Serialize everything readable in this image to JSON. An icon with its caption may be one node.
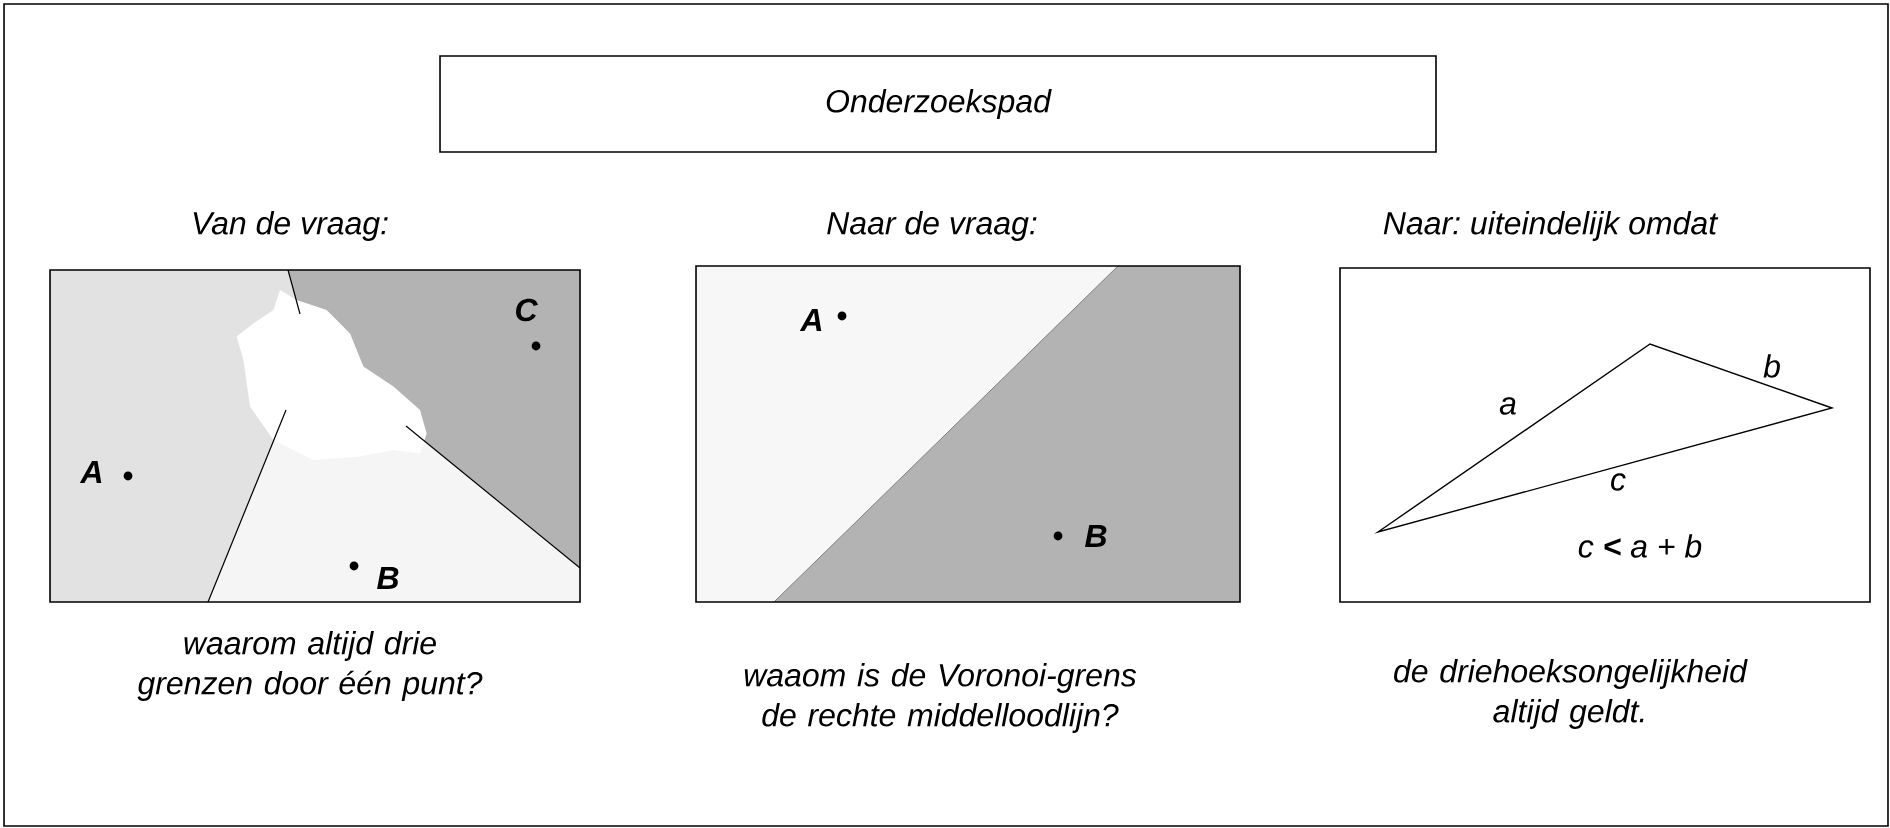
{
  "diagram": {
    "nodes": [
      {
        "text": [
          "Onderzoekspad"
        ]
      },
      {
        "text": [
          "Van de vraag:",
          "C",
          "A",
          "B"
        ],
        "beside": [
          "waarom altijd drie grenzen door één punt?"
        ]
      },
      {
        "text": [
          "Naar de vraag:",
          "A",
          "B"
        ],
        "beside": [
          "waaom is de Voronoi-grens de rechte middelloodlijn?"
        ]
      },
      {
        "text": [
          "Naar: uiteindelijk omdat",
          "b",
          "a",
          "c",
          "c **<** a + b"
        ],
        "beside": [
          "de driehoeksongelijkheid altijd geldt."
        ]
      }
    ]
  }
}
